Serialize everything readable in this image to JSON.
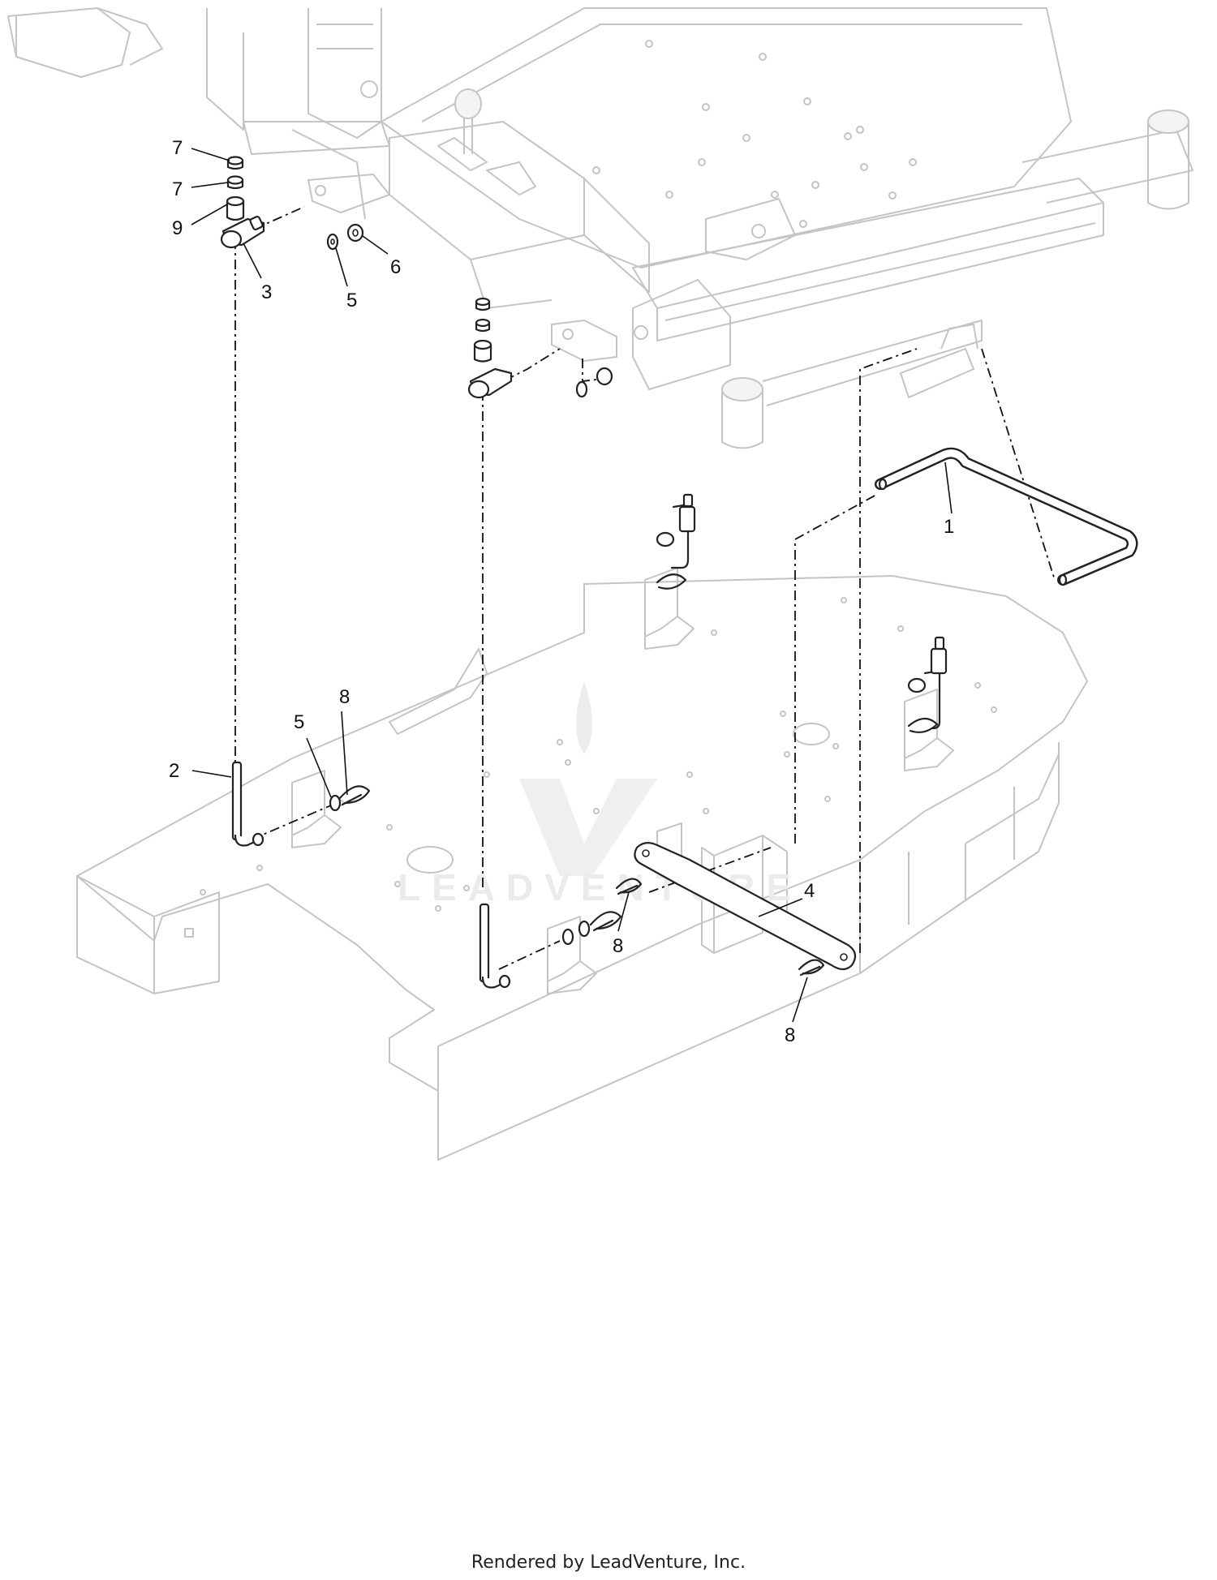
{
  "callouts": [
    {
      "id": "c7a",
      "label": "7"
    },
    {
      "id": "c7b",
      "label": "7"
    },
    {
      "id": "c9",
      "label": "9"
    },
    {
      "id": "c3",
      "label": "3"
    },
    {
      "id": "c5a",
      "label": "5"
    },
    {
      "id": "c6",
      "label": "6"
    },
    {
      "id": "c1",
      "label": "1"
    },
    {
      "id": "c8a",
      "label": "8"
    },
    {
      "id": "c5b",
      "label": "5"
    },
    {
      "id": "c2",
      "label": "2"
    },
    {
      "id": "c8b",
      "label": "8"
    },
    {
      "id": "c4",
      "label": "4"
    },
    {
      "id": "c8c",
      "label": "8"
    }
  ],
  "watermark": "LEADVENTURE",
  "footer": "Rendered by LeadVenture, Inc."
}
